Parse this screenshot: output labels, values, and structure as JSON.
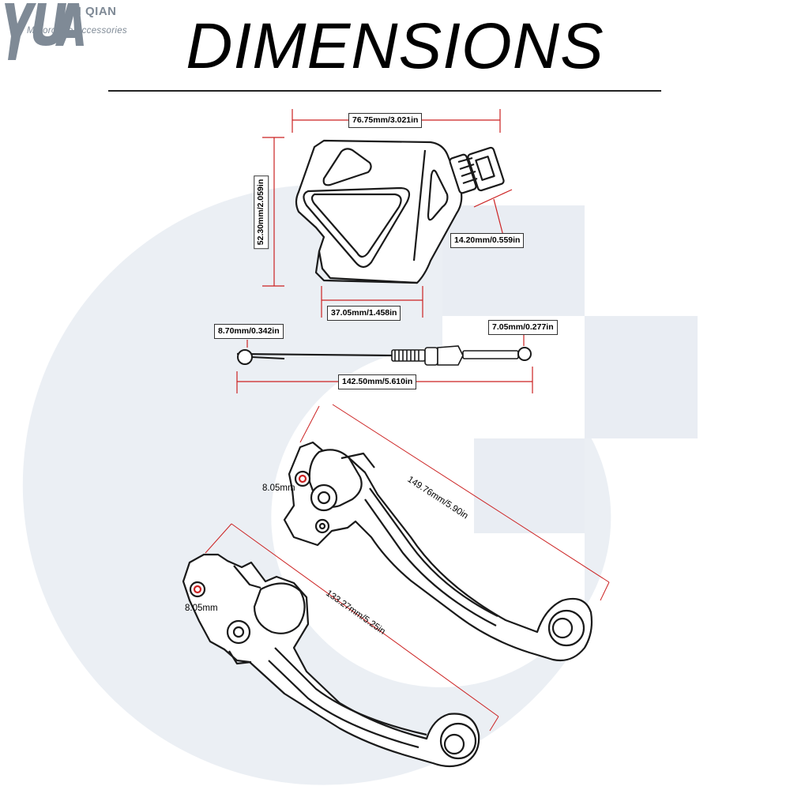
{
  "brand": {
    "logo_text": "YUAN QIAN",
    "name": "N QIAN",
    "tagline": "Motorcycle Accessories"
  },
  "title": "DIMENSIONS",
  "colors": {
    "watermark": "#e9edf3",
    "dimension_line": "#cc2222",
    "outline": "#1a1a1a"
  },
  "dimensions": {
    "bracket_width": "76.75mm/3.021in",
    "bracket_height": "52.30mm/2.059in",
    "bracket_base": "37.05mm/1.458in",
    "adjuster": "14.20mm/0.559in",
    "cable_left_end": "8.70mm/0.342in",
    "cable_right_end": "7.05mm/0.277in",
    "cable_length": "142.50mm/5.610in",
    "upper_lever_length": "149.76mm/5.90in",
    "upper_lever_hole": "8.05mm",
    "lower_lever_length": "133.27mm/5.25in",
    "lower_lever_hole": "8.05mm"
  }
}
